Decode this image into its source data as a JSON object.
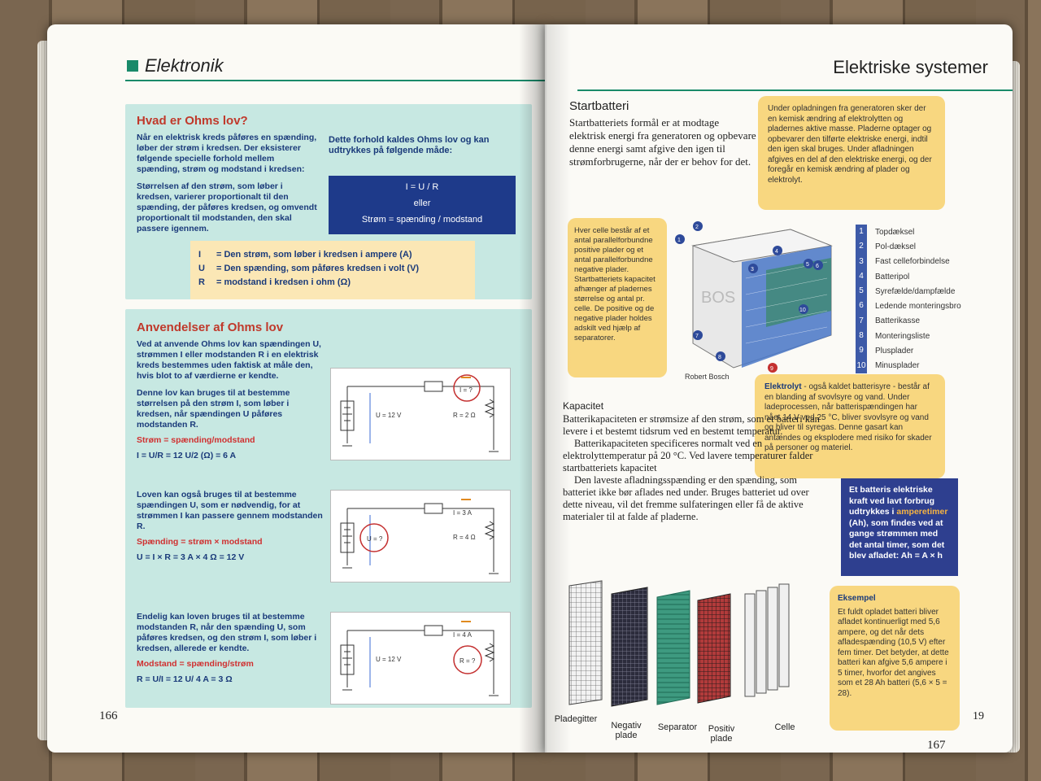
{
  "left_page": {
    "section_title": "Elektronik",
    "ohms": {
      "heading": "Hvad er Ohms lov?",
      "intro": "Når en elektrisk kreds påføres en spænding, løber der strøm i kredsen. Der eksisterer følgende specielle forhold mellem spænding, strøm og modstand i kredsen:",
      "proportion": "Størrelsen af den strøm, som løber i kredsen, varierer proportionalt til den spænding, der påføres kredsen, og omvendt proportionalt til modstanden, den skal passere igennem.",
      "relation_text": "Dette forhold kaldes Ohms lov og kan udtrykkes på følgende måde:",
      "formula1": "I = U / R",
      "formula_or": "eller",
      "formula2": "Strøm = spænding / modstand",
      "definitions": [
        {
          "sym": "I",
          "text": "= Den strøm, som løber i kredsen i ampere (A)"
        },
        {
          "sym": "U",
          "text": "= Den spænding, som påføres kredsen i volt (V)"
        },
        {
          "sym": "R",
          "text": "= modstand i kredsen i ohm (Ω)"
        }
      ]
    },
    "applications": {
      "heading": "Anvendelser af Ohms lov",
      "intro": "Ved at anvende Ohms lov kan spændingen U, strømmen I eller modstanden R i en elektrisk kreds bestemmes uden faktisk at måle den, hvis blot to af værdierne er kendte.",
      "ex1_text": "Denne lov kan bruges til at bestemme størrelsen på den strøm I, som løber i kredsen, når spændingen U påføres modstanden R.",
      "ex1_rule": "Strøm = spænding/modstand",
      "ex1_calc": "I = U/R = 12 U/2 (Ω) = 6 A",
      "ex1_u": "U = 12 V",
      "ex1_i": "I = ?",
      "ex1_r": "R = 2 Ω",
      "ex2_text": "Loven kan også bruges til at bestemme spændingen U, som er nødvendig, for at strømmen I kan passere gennem modstanden R.",
      "ex2_rule": "Spænding = strøm × modstand",
      "ex2_calc": "U = I × R = 3 A × 4 Ω = 12 V",
      "ex2_u": "U = ?",
      "ex2_i": "I = 3 A",
      "ex2_r": "R = 4 Ω",
      "ex3_text": "Endelig kan loven bruges til at bestemme modstanden R, når den spænding U, som påføres kredsen, og den strøm I, som løber i kredsen, allerede er kendte.",
      "ex3_rule": "Modstand = spænding/strøm",
      "ex3_calc": "R = U/I = 12 U/ 4 A = 3 Ω",
      "ex3_u": "U = 12 V",
      "ex3_i": "I = 4 A",
      "ex3_r": "R = ?"
    },
    "page_number": "166"
  },
  "right_page": {
    "section_title": "Elektriske systemer",
    "start_heading": "Startbatteri",
    "start_text": "Startbatteriets formål er at modtage elektrisk energi fra generatoren og opbevare denne energi samt afgive den igen til strømforbrugerne, når der er behov for det.",
    "charging_note": "Under opladningen fra generatoren sker der en kemisk ændring af elektrolytten og pladernes aktive masse. Pladerne optager og opbevarer den tilførte elektriske energi, indtil den igen skal bruges. Under afladningen afgives en del af den elektriske energi, og der foregår en kemisk ændring af plader og elektrolyt.",
    "cell_note": "Hver celle består af et antal parallelforbundne positive plader og et antal parallelforbundne negative plader. Startbatteriets kapacitet afhænger af pladernes størrelse og antal pr. celle. De positive og de negative plader holdes adskilt ved hjælp af separatorer.",
    "legend": [
      {
        "n": "1",
        "label": "Topdæksel"
      },
      {
        "n": "2",
        "label": "Pol-dæksel"
      },
      {
        "n": "3",
        "label": "Fast celleforbindelse"
      },
      {
        "n": "4",
        "label": "Batteripol"
      },
      {
        "n": "5",
        "label": "Syrefælde/dampfælde"
      },
      {
        "n": "6",
        "label": "Ledende monteringsbro"
      },
      {
        "n": "7",
        "label": "Batterikasse"
      },
      {
        "n": "8",
        "label": "Monteringsliste"
      },
      {
        "n": "9",
        "label": "Plusplader"
      },
      {
        "n": "10",
        "label": "Minusplader"
      }
    ],
    "credit": "Robert Bosch",
    "battery_brand": "BOS",
    "electrolyte_title": "Elektrolyt",
    "electrolyte_text": " - også kaldet batterisyre - består af en blanding af svovlsyre og vand. Under ladeprocessen, når batterispændingen har nået 14 V ved 25 °C, bliver svovlsyre og vand og bliver til syregas. Denne gasart kan antændes og eksplodere med risiko for skader på personer og materiel.",
    "capacity_heading": "Kapacitet",
    "capacity_text1": "Batterikapaciteten er strømsize af den strøm, som et batteri kan levere i et bestemt tidsrum ved en bestemt temperatur.",
    "capacity_text2": "Batterikapaciteten specificeres normalt ved en elektrolyttemperatur på 20 °C. Ved lavere temperaturer falder startbatteriets kapacitet",
    "capacity_text3": "Den laveste afladningsspænding er den spænding, som batteriet ikke bør aflades ned under. Bruges batteriet ud over dette niveau, vil det fremme sulfateringen eller få de aktive materialer til at falde af pladerne.",
    "emf_text_a": "Et batteris elektriske kraft ved lavt forbrug udtrykkes i ",
    "emf_highlight": "amperetimer",
    "emf_text_b": " (Ah), som findes ved at gange strømmen med det antal timer, som det blev afladet: Ah = A × h",
    "example_title": "Eksempel",
    "example_text": "Et fuldt opladet batteri bliver afladet kontinuerligt med 5,6 ampere, og det når dets afladespænding (10,5 V) efter fem timer. Det betyder, at dette batteri kan afgive 5,6 ampere i 5 timer, hvorfor det angives som et 28 Ah batteri (5,6 × 5 = 28).",
    "parts": [
      "Pladegitter",
      "Negativ plade",
      "Separator",
      "Positiv plade",
      "Celle"
    ],
    "page_number": "167",
    "next_page_peek": "19"
  }
}
